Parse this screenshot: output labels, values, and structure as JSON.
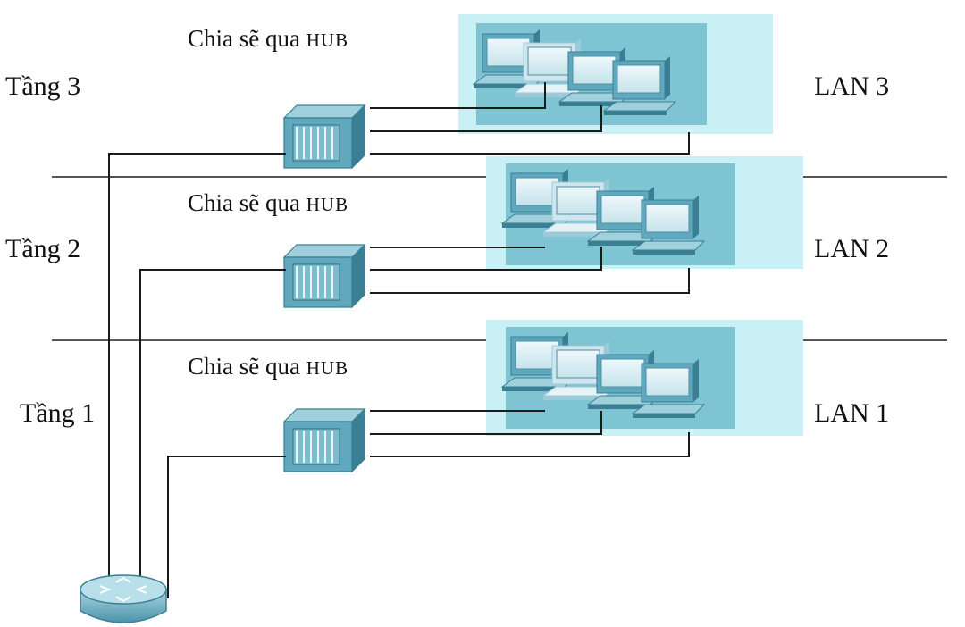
{
  "hub_label": {
    "prefix": "Chia sẽ qua ",
    "device": "HUB"
  },
  "floors": [
    {
      "id": "floor-3",
      "floor_label": "Tầng 3",
      "lan_label": "LAN 3"
    },
    {
      "id": "floor-2",
      "floor_label": "Tầng 2",
      "lan_label": "LAN 2"
    },
    {
      "id": "floor-1",
      "floor_label": "Tầng 1",
      "lan_label": "LAN 1"
    }
  ],
  "colors": {
    "lan_outer": "#c9f0f5",
    "lan_inner": "#7ec4d3",
    "device_front": "#5fa8bd",
    "device_side": "#3b7f94",
    "device_top": "#9fd0dc",
    "screen": "#dff1f6",
    "wire": "#1a1a1a"
  },
  "icons": {
    "hub": "hub-icon",
    "pc": "pc-icon",
    "router": "router-icon"
  }
}
